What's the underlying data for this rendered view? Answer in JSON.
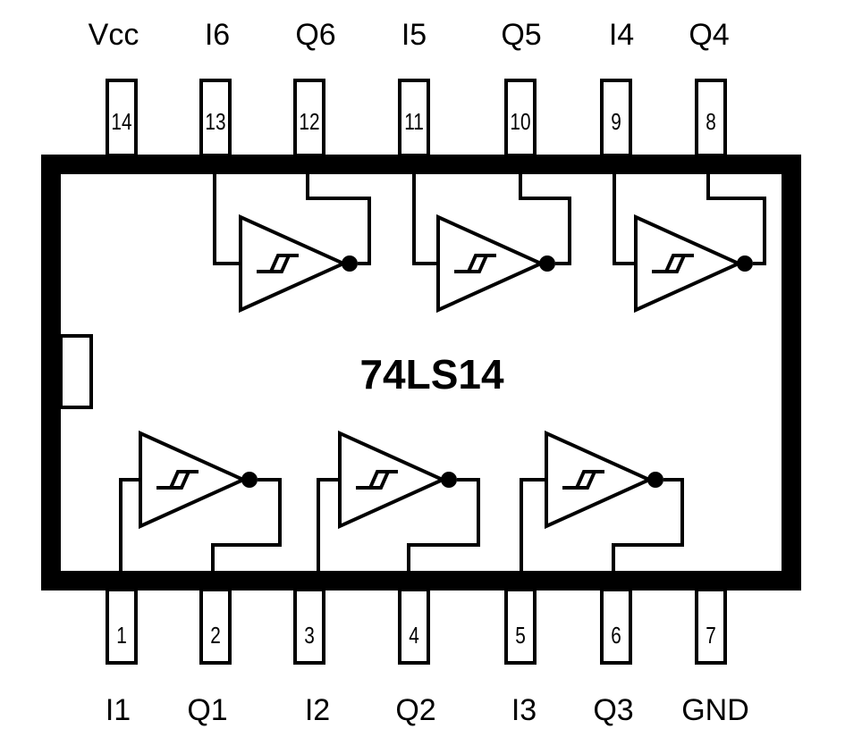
{
  "chip": {
    "name": "74LS14",
    "colors": {
      "ink": "#000000",
      "background": "#ffffff"
    }
  },
  "top_pins": [
    {
      "number": "14",
      "label": "Vcc"
    },
    {
      "number": "13",
      "label": "I6"
    },
    {
      "number": "12",
      "label": "Q6"
    },
    {
      "number": "11",
      "label": "I5"
    },
    {
      "number": "10",
      "label": "Q5"
    },
    {
      "number": "9",
      "label": "I4"
    },
    {
      "number": "8",
      "label": "Q4"
    }
  ],
  "bottom_pins": [
    {
      "number": "1",
      "label": "I1"
    },
    {
      "number": "2",
      "label": "Q1"
    },
    {
      "number": "3",
      "label": "I2"
    },
    {
      "number": "4",
      "label": "Q2"
    },
    {
      "number": "5",
      "label": "I3"
    },
    {
      "number": "6",
      "label": "Q3"
    },
    {
      "number": "7",
      "label": "GND"
    }
  ],
  "gates": [
    {
      "type": "schmitt-trigger-inverter",
      "input": "I6",
      "output": "Q6"
    },
    {
      "type": "schmitt-trigger-inverter",
      "input": "I5",
      "output": "Q5"
    },
    {
      "type": "schmitt-trigger-inverter",
      "input": "I4",
      "output": "Q4"
    },
    {
      "type": "schmitt-trigger-inverter",
      "input": "I1",
      "output": "Q1"
    },
    {
      "type": "schmitt-trigger-inverter",
      "input": "I2",
      "output": "Q2"
    },
    {
      "type": "schmitt-trigger-inverter",
      "input": "I3",
      "output": "Q3"
    }
  ]
}
